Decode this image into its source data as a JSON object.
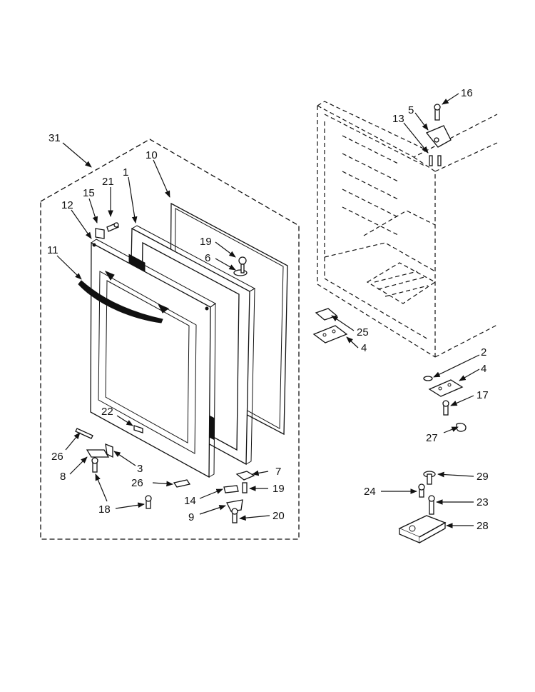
{
  "callouts": [
    "31",
    "10",
    "21",
    "1",
    "15",
    "12",
    "11",
    "19",
    "6",
    "22",
    "26",
    "3",
    "8",
    "26",
    "18",
    "14",
    "9",
    "7",
    "19",
    "20",
    "16",
    "5",
    "13",
    "25",
    "4",
    "2",
    "4",
    "17",
    "27",
    "29",
    "24",
    "23",
    "28"
  ],
  "colors": {
    "ink": "#111111",
    "background": "#ffffff"
  }
}
